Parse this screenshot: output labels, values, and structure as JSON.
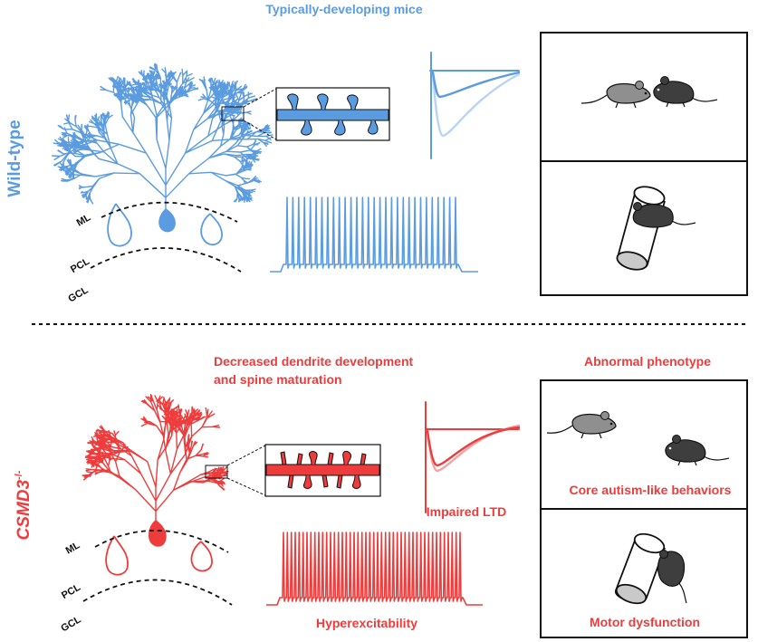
{
  "colors": {
    "wildtype": "#5b9be0",
    "wildtype_light": "#b9d3f2",
    "mutant": "#ee3c3c",
    "mutant_light": "#f2a3a3",
    "ink": "#111111",
    "mouse_gray": "#8f8f8f",
    "mouse_dark": "#3e3e3e"
  },
  "top": {
    "title": "Typically-developing mice",
    "side_label": "Wild-type",
    "layers": [
      "ML",
      "PCL",
      "GCL"
    ]
  },
  "bottom": {
    "side_label_main": "CSMD3",
    "side_label_sup": "-/-",
    "dendrite_line1": "Decreased dendrite development",
    "dendrite_line2": "and spine maturation",
    "ltd_label": "Impaired LTD",
    "excitability_label": "Hyperexcitability",
    "phenotype_title": "Abnormal phenotype",
    "autism_label": "Core autism-like behaviors",
    "motor_label": "Motor dysfunction",
    "layers": [
      "ML",
      "PCL",
      "GCL"
    ]
  }
}
